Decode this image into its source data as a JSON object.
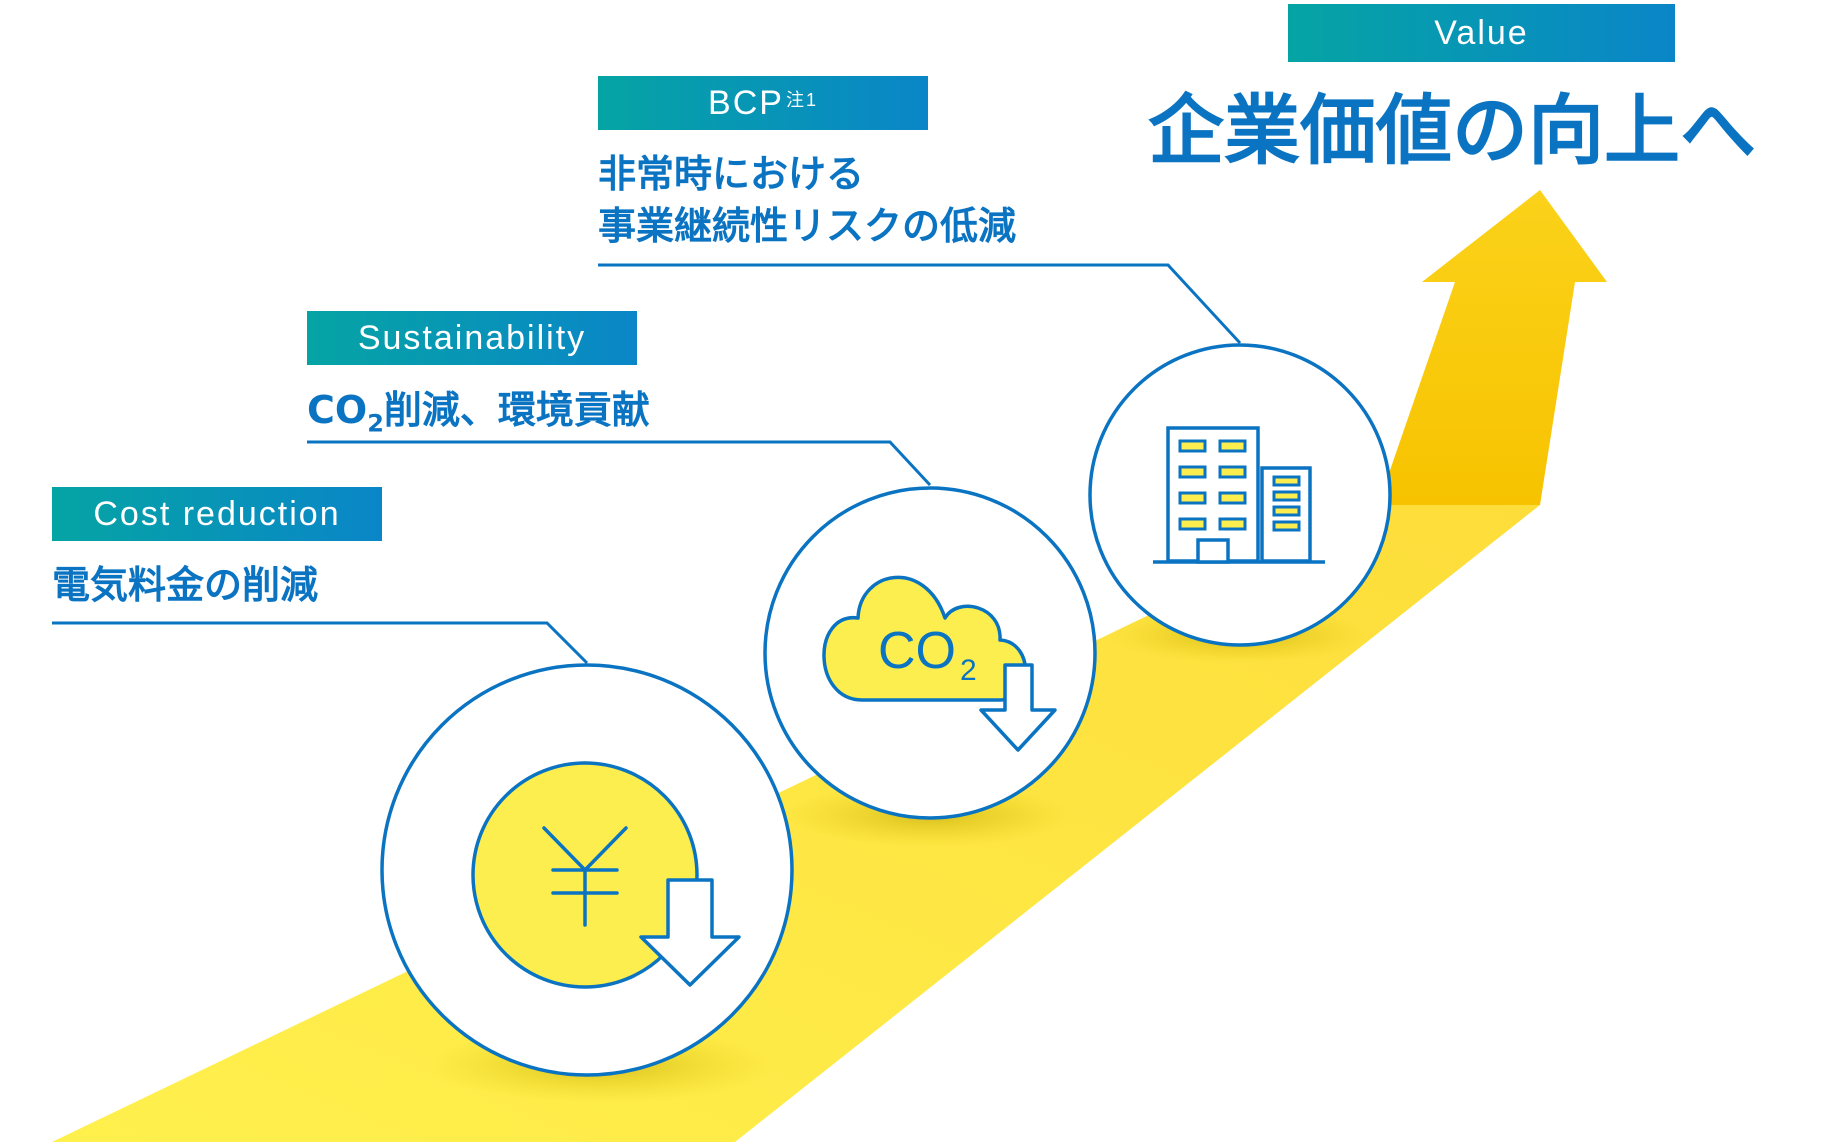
{
  "steps": [
    {
      "tag": "Cost reduction",
      "caption": "電気料金の削減",
      "icon": "yen-coin-down-icon"
    },
    {
      "tag": "Sustainability",
      "caption_prefix": "CO",
      "caption_sub": "2",
      "caption_suffix": "削減、環境貢献",
      "icon": "co2-cloud-down-icon"
    },
    {
      "tag": "BCP",
      "tag_note": "注1",
      "caption_line1": "非常時における",
      "caption_line2": "事業継続性リスクの低減",
      "icon": "office-building-icon"
    }
  ],
  "value": {
    "tag": "Value",
    "headline": "企業価値の向上へ"
  },
  "icons": {
    "co2_text": "CO",
    "co2_sub": "2",
    "yen_symbol": "¥"
  },
  "colors": {
    "primary_blue": "#0b74c2",
    "tag_gradient_start": "#05a4a4",
    "tag_gradient_end": "#0a86c8",
    "arrow_yellow": "#fbe74a",
    "arrow_gold": "#f7c400"
  }
}
